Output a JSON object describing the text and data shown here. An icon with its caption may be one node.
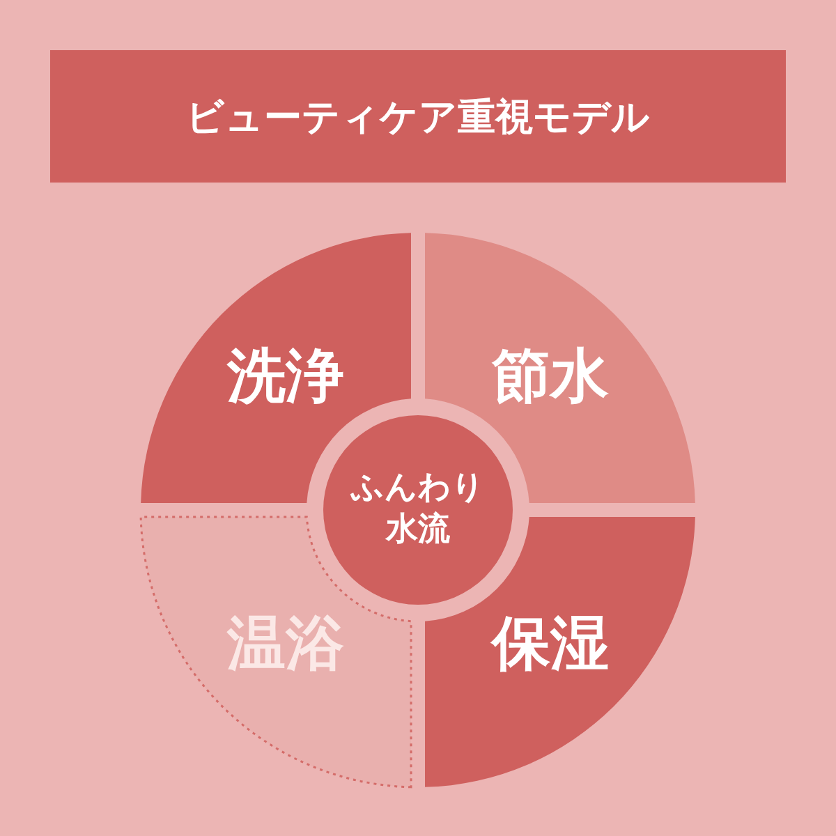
{
  "diagram": {
    "title": "ビューティケア重視モデル",
    "nodes": [
      {
        "text": [
          "洗浄"
        ]
      },
      {
        "text": [
          "節水"
        ]
      },
      {
        "text": [
          "ふんわり水流"
        ]
      },
      {
        "text": [
          "温浴"
        ]
      },
      {
        "text": [
          "保湿"
        ]
      }
    ]
  }
}
